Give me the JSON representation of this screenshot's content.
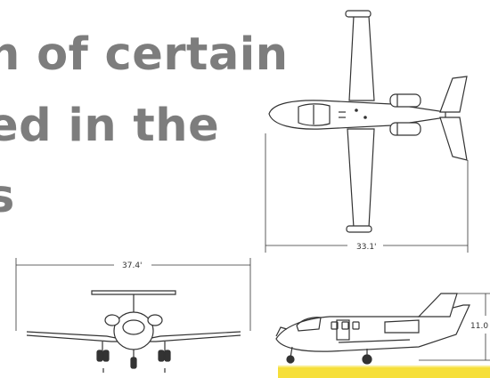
{
  "heading": {
    "line1": "n of certain",
    "line2": "ed in the",
    "line3": "s"
  },
  "dimensions": {
    "top_view_span": "33.1'",
    "front_view_span": "37.4'",
    "side_view_height": "11.0"
  },
  "colors": {
    "heading_text": "#7d7d7d",
    "drawing_line": "#333333",
    "banner": "#f6df3a"
  }
}
